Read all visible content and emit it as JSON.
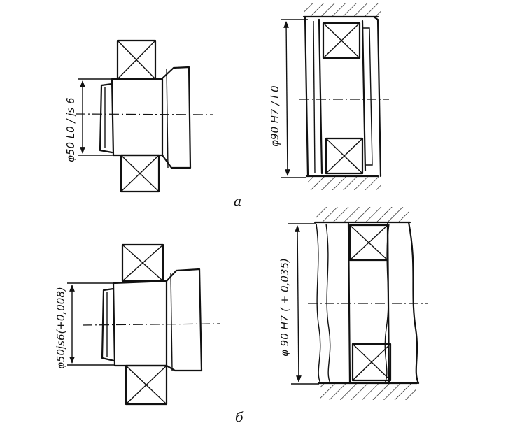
{
  "figure": {
    "panel_a": {
      "label": "a",
      "shaft_dimension": "φ50 L0 / js 6",
      "housing_dimension": "φ90 H7 / l 0"
    },
    "panel_b": {
      "label": "б",
      "shaft_dimension": "φ50js6(+0,008)",
      "housing_dimension": "φ 90 H7 ( + 0,035)"
    }
  }
}
